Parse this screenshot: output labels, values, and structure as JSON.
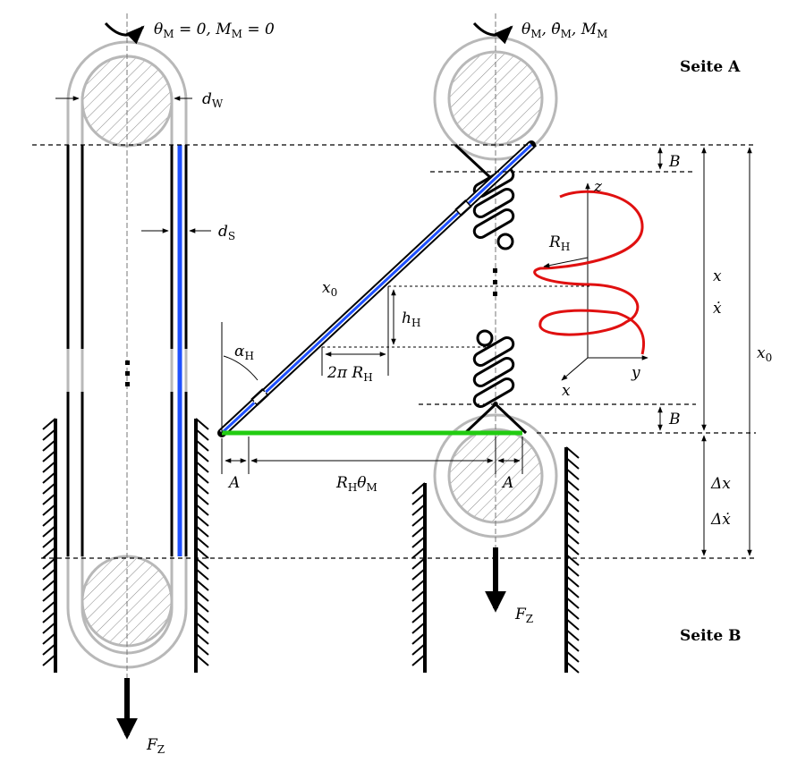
{
  "labels": {
    "theta_m_zero": "θ",
    "theta_m_zero_sub": "M",
    "theta_m_zero_rest": " = 0, M",
    "theta_m_zero_sub2": "M",
    "theta_m_zero_tail": " = 0",
    "motor_right": "θ",
    "motor_right_sub": "M",
    "motor_right_mid": ", θ̇",
    "motor_right_sub2": "M",
    "motor_right_mid2": ", M",
    "motor_right_sub3": "M",
    "d_w": "d",
    "d_w_sub": "W",
    "d_s": "d",
    "d_s_sub": "S",
    "x0_left": "x",
    "x0_left_sub": "0",
    "h_h": "h",
    "h_h_sub": "H",
    "two_pi_rh": "2π R",
    "two_pi_rh_sub": "H",
    "alpha_h": "α",
    "alpha_h_sub": "H",
    "a_left": "A",
    "a_right": "A",
    "rh_theta": "R",
    "rh_theta_sub": "H",
    "rh_theta_mid": "θ",
    "rh_theta_sub2": "M",
    "r_h": "R",
    "r_h_sub": "H",
    "b_top": "B",
    "b_bottom": "B",
    "x": "x",
    "x_dot": "ẋ",
    "x0_right": "x",
    "x0_right_sub": "0",
    "delta_x": "Δx",
    "delta_x_dot": "Δẋ",
    "axis_z": "z",
    "axis_y": "y",
    "axis_x": "x",
    "fz_left": "F",
    "fz_left_sub": "Z",
    "fz_right": "F",
    "fz_right_sub": "Z",
    "seite_a": "Seite A",
    "seite_b": "Seite B"
  },
  "colors": {
    "blue": "#1e50ff",
    "green": "#22cc11",
    "red": "#e01010",
    "gray": "#b8b8b8"
  }
}
